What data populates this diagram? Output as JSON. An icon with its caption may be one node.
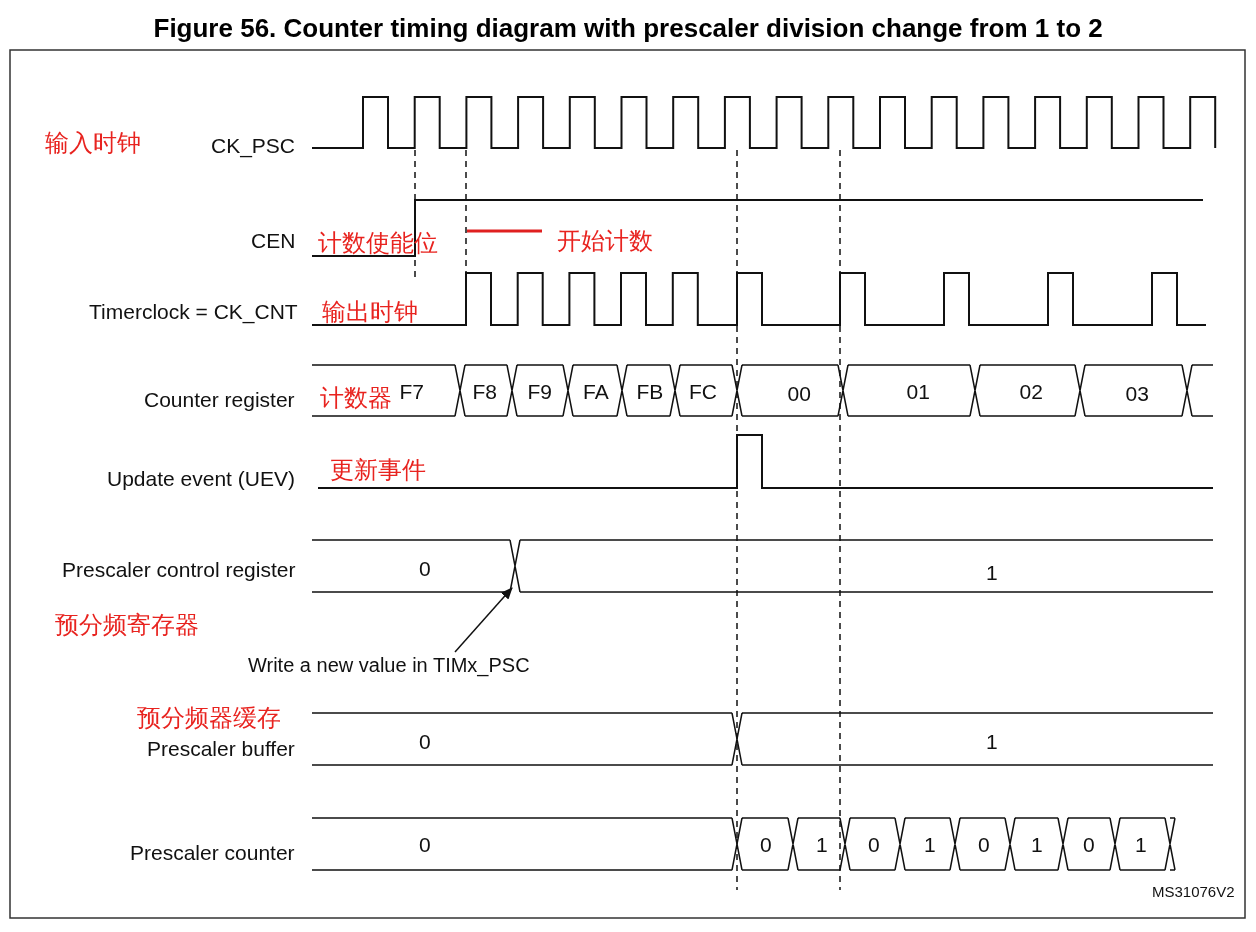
{
  "diagram": {
    "title": "Figure 56. Counter timing diagram with prescaler division change from 1 to 2",
    "nodes": [
      {
        "text": [
          "Write a new value in TIMx_PSC"
        ]
      },
      {
        "text": [],
        "shape": "cross"
      }
    ],
    "edges": [
      {
        "from": 0,
        "to": 1,
        "arrow": "to"
      }
    ],
    "labels": [
      "输入时钟",
      "CK_PSC",
      "CEN",
      "计数使能位",
      "开始计数",
      "Timerclock = CK_CNT",
      "输出时钟",
      "Counter register",
      "计数器",
      "F7",
      "F8",
      "F9",
      "FA",
      "FB",
      "FC",
      "00",
      "01",
      "02",
      "03",
      "Update event (UEV)",
      "更新事件",
      "Prescaler control register",
      "0",
      "1",
      "预分频寄存器",
      "预分频器缓存",
      "Prescaler buffer",
      "0",
      "1",
      "Prescaler counter",
      "0",
      "0",
      "1",
      "0",
      "1",
      "0",
      "1",
      "0",
      "1",
      "MS31076V2"
    ]
  }
}
